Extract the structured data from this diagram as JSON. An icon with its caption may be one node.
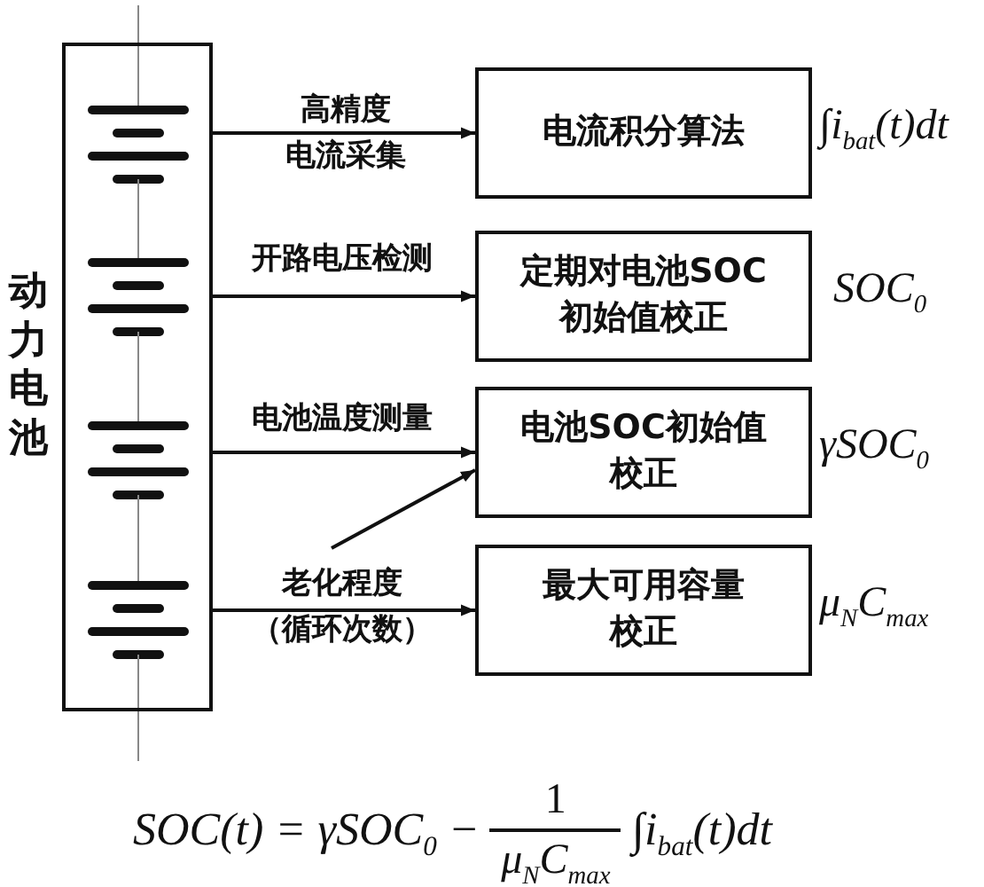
{
  "diagram": {
    "nodes": [
      {
        "text": [
          "动力电池"
        ]
      },
      {
        "text": [
          "电流积分算法"
        ],
        "beside": [
          "∫i$_{bat}$(t)dt"
        ]
      },
      {
        "text": [
          "定期对电池SOC初始值校正"
        ],
        "beside": [
          "SOC$_{0}$"
        ]
      },
      {
        "text": [
          "电池SOC初始值校正"
        ],
        "beside": [
          "γSOC$_{0}$"
        ]
      },
      {
        "text": [
          "最大可用容量校正"
        ],
        "beside": [
          "μ$_{N}$C$_{max}$"
        ]
      }
    ],
    "edges": [
      {
        "from": 0,
        "to": 1,
        "arrow": "to",
        "label": "高精度电流采集"
      },
      {
        "from": 0,
        "to": 2,
        "arrow": "to",
        "label": "开路电压检测"
      },
      {
        "from": 0,
        "to": 3,
        "arrow": "to",
        "label": "电池温度测量"
      },
      {
        "from": 0,
        "to": 4,
        "arrow": "to",
        "label": "老化程度（循环次数）"
      },
      {
        "from": null,
        "to": 3,
        "arrow": "to"
      }
    ],
    "labels": [
      "SOC(t) = γSOC$_{0}$ −",
      "1",
      "μ$_{N}$C$_{max}$",
      "∫i$_{bat}$(t)dt"
    ]
  }
}
